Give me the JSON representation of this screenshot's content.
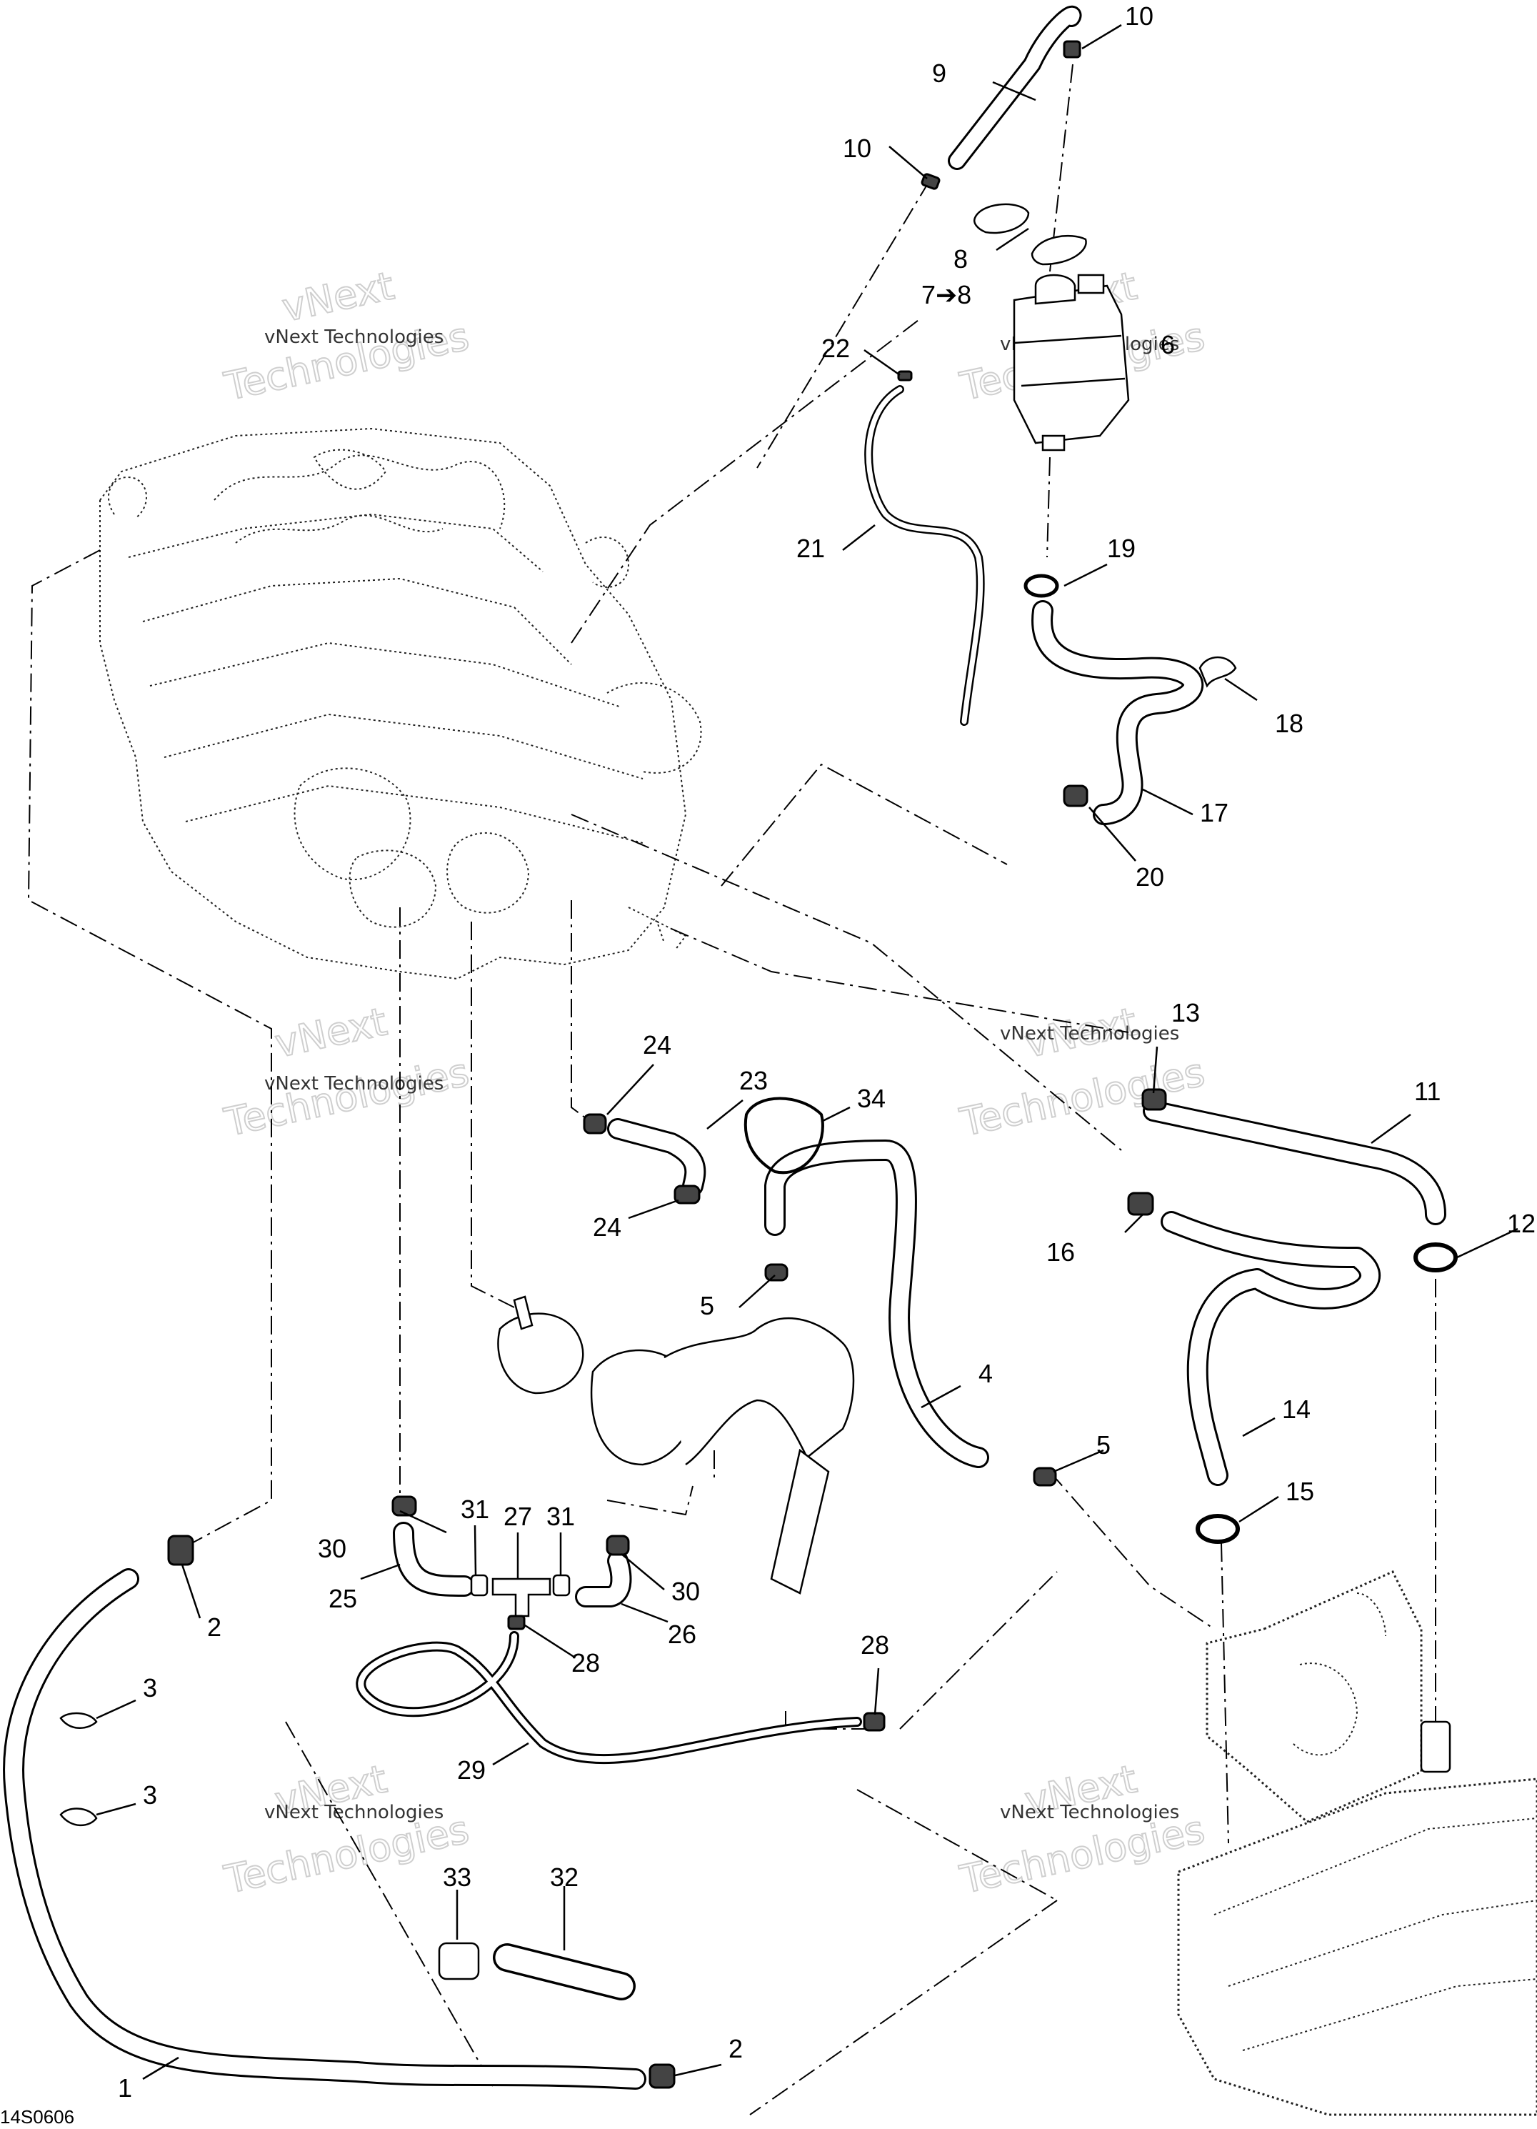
{
  "diagram_code": "14S0606",
  "watermark": {
    "line_small": "vNext Technologies",
    "line_big_1": "vNext",
    "line_big_2": "Technologies"
  },
  "callouts": {
    "c1": "1",
    "c2a": "2",
    "c2b": "2",
    "c3a": "3",
    "c3b": "3",
    "c4": "4",
    "c5a": "5",
    "c5b": "5",
    "c6": "6",
    "c7": "7➔8",
    "c8": "8",
    "c9": "9",
    "c10a": "10",
    "c10b": "10",
    "c11": "11",
    "c12": "12",
    "c13": "13",
    "c14": "14",
    "c15": "15",
    "c16": "16",
    "c17": "17",
    "c18": "18",
    "c19": "19",
    "c20": "20",
    "c21": "21",
    "c22": "22",
    "c23": "23",
    "c24a": "24",
    "c24b": "24",
    "c25": "25",
    "c26": "26",
    "c27": "27",
    "c28a": "28",
    "c28b": "28",
    "c29": "29",
    "c30a": "30",
    "c30b": "30",
    "c31a": "31",
    "c31b": "31",
    "c32": "32",
    "c33": "33",
    "c34": "34"
  }
}
